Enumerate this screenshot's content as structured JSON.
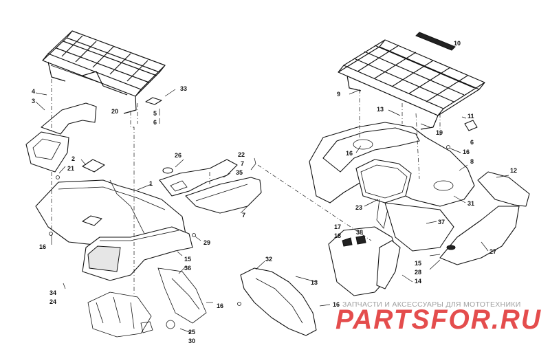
{
  "diagram": {
    "callouts": [
      "1",
      "2",
      "3",
      "4",
      "5",
      "6",
      "7",
      "8",
      "9",
      "10",
      "11",
      "12",
      "13",
      "14",
      "15",
      "16",
      "17",
      "18",
      "19",
      "20",
      "21",
      "22",
      "23",
      "24",
      "25",
      "26",
      "27",
      "28",
      "29",
      "30",
      "31",
      "32",
      "33",
      "34",
      "35",
      "36",
      "37",
      "38"
    ],
    "labels": {
      "l4": "4",
      "l3": "3",
      "l20": "20",
      "l33": "33",
      "l5": "5",
      "l6a": "6",
      "l2": "2",
      "l21": "21",
      "l1": "1",
      "l16a": "16",
      "l34": "34",
      "l24": "24",
      "l15a": "15",
      "l29": "29",
      "l36": "36",
      "l16b": "16",
      "l25": "25",
      "l30": "30",
      "l26": "26",
      "l22": "22",
      "l7a": "7",
      "l35": "35",
      "l7b": "7",
      "l9": "9",
      "l10": "10",
      "l13a": "13",
      "l19": "19",
      "l11": "11",
      "l6b": "6",
      "l16c": "16",
      "l8": "8",
      "l16d": "16",
      "l12": "12",
      "l23": "23",
      "l31": "31",
      "l37": "37",
      "l17": "17",
      "l18": "18",
      "l38": "38",
      "l15b": "15",
      "l28": "28",
      "l27": "27",
      "l14": "14",
      "l13b": "13",
      "l32": "32",
      "l16e": "16"
    }
  },
  "watermark": {
    "tagline": "ЗАПЧАСТИ И АКСЕССУАРЫ ДЛЯ МОТОТЕХНИКИ",
    "logo": "PARTSFOR.RU",
    "color": "#e23a3a"
  }
}
